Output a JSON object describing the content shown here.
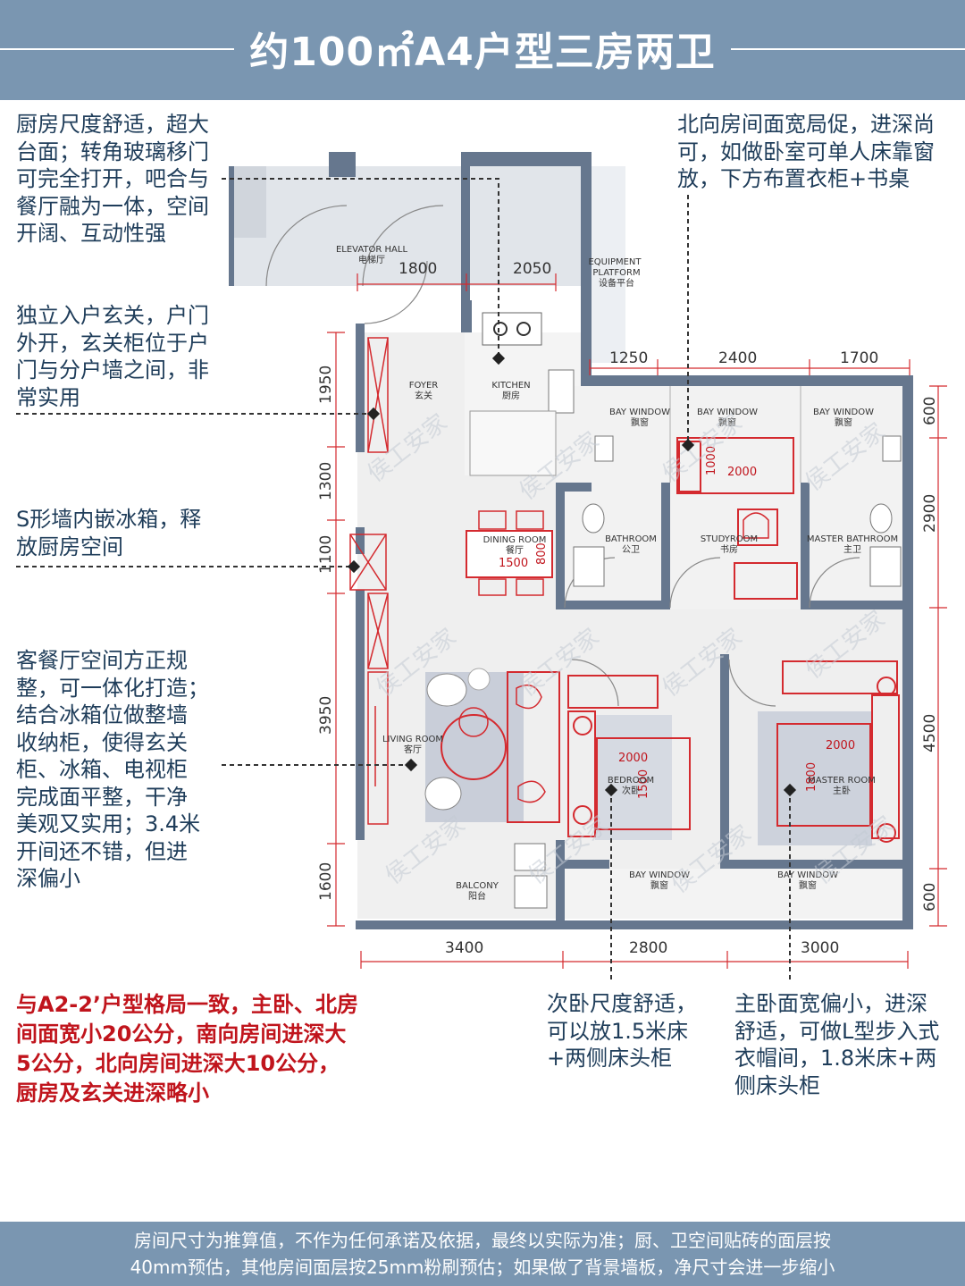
{
  "header": {
    "title": "约100㎡A4户型三房两卫"
  },
  "notes": {
    "kitchen": [
      "厨房尺度舒适，超大",
      "台面；转角玻璃移门",
      "可完全打开，吧合与",
      "餐厅融为一体，空间",
      "开阔、互动性强"
    ],
    "foyer": [
      "独立入户玄关，户门",
      "外开，玄关柜位于户",
      "门与分户墙之间，非",
      "常实用"
    ],
    "fridge": [
      "S形墙内嵌冰箱，释",
      "放厨房空间"
    ],
    "living": [
      "客餐厅空间方正规",
      "整，可一体化打造；",
      "结合冰箱位做整墙",
      "收纳柜，使得玄关",
      "柜、冰箱、电视柜",
      "完成面平整，干净",
      "美观又实用；3.4米",
      "开间还不错，但进",
      "深偏小"
    ],
    "north": [
      "北向房间面宽局促，进深尚",
      "可，如做卧室可单人床靠窗",
      "放，下方布置衣柜+书桌"
    ],
    "compare": [
      "与A2-2’户型格局一致，主卧、北房",
      "间面宽小20公分，南向房间进深大",
      "5公分，北向房间进深大10公分，",
      "厨房及玄关进深略小"
    ],
    "bedroom2": [
      "次卧尺度舒适，",
      "可以放1.5米床",
      "+两侧床头柜"
    ],
    "master": [
      "主卧面宽偏小，进深",
      "舒适，可做L型步入式",
      "衣帽间，1.8米床+两",
      "侧床头柜"
    ]
  },
  "footer": [
    "房间尺寸为推算值，不作为任何承诺及依据，最终以实际为准；厨、卫空间贴砖的面层按",
    "40mm预估，其他房间面层按25mm粉刷预估；如果做了背景墙板，净尺寸会进一步缩小"
  ],
  "plan": {
    "watermark": "侯工安家",
    "rooms": {
      "elevator": {
        "en": "ELEVATOR HALL",
        "cn": "电梯厅"
      },
      "equipment": {
        "en1": "EQUIPMENT",
        "en2": "PLATFORM",
        "cn": "设备平台"
      },
      "foyer": {
        "en": "FOYER",
        "cn": "玄关"
      },
      "kitchen": {
        "en": "KITCHEN",
        "cn": "厨房"
      },
      "dining": {
        "en": "DINING ROOM",
        "cn": "餐厅"
      },
      "bathroom": {
        "en": "BATHROOM",
        "cn": "公卫"
      },
      "study": {
        "en": "STUDYROOM",
        "cn": "书房"
      },
      "masterbath": {
        "en": "MASTER BATHROOM",
        "cn": "主卫"
      },
      "living": {
        "en": "LIVING ROOM",
        "cn": "客厅"
      },
      "bedroom": {
        "en": "BEDROOM",
        "cn": "次卧"
      },
      "masterroom": {
        "en": "MASTER ROOM",
        "cn": "主卧"
      },
      "balcony": {
        "en": "BALCONY",
        "cn": "阳台"
      },
      "bay": {
        "en": "BAY WINDOW",
        "cn": "飘窗"
      }
    },
    "dims": {
      "top_left": [
        "1800",
        "2050"
      ],
      "top_right": [
        "1250",
        "2400",
        "1700"
      ],
      "bottom": [
        "3400",
        "2800",
        "3000"
      ],
      "left": [
        "1950",
        "1300",
        "1100",
        "3950",
        "1600"
      ],
      "right": [
        "600",
        "2900",
        "4500",
        "600"
      ],
      "furniture": {
        "dining_w": "1500",
        "dining_d": "800",
        "study_bed_w": "2000",
        "study_bed_d": "1000",
        "bed2_w": "2000",
        "bed2_d": "1500",
        "master_w": "2000",
        "master_d": "1800"
      }
    }
  },
  "colors": {
    "header": "#7a96b1",
    "note": "#1f3d5a",
    "accent": "#c0141c",
    "furniture": "#d42a2f"
  }
}
